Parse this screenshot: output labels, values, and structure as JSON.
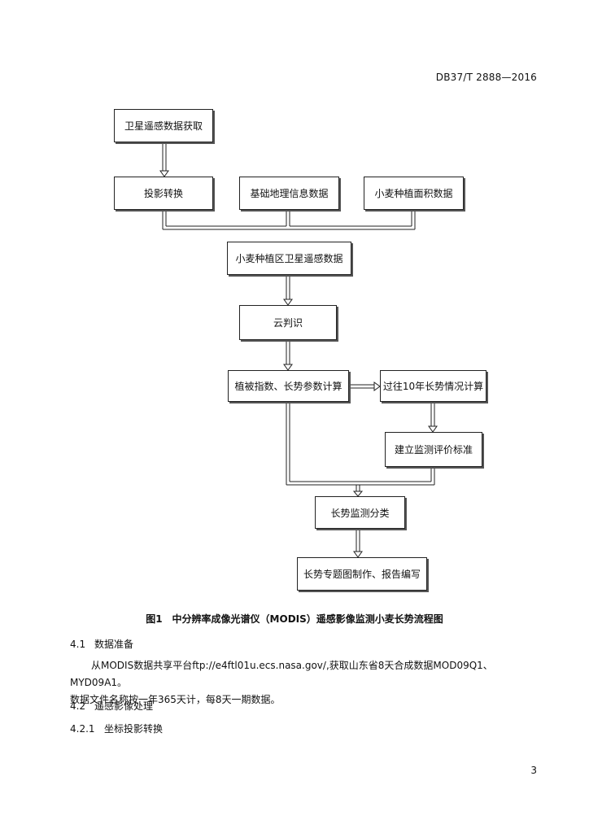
{
  "header": {
    "doc_code": "DB37/T 2888—2016"
  },
  "flowchart": {
    "nodes": {
      "n1": "卫星遥感数据获取",
      "n2": "投影转换",
      "n3": "基础地理信息数据",
      "n4": "小麦种植面积数据",
      "n5": "小麦种植区卫星遥感数据",
      "n6": "云判识",
      "n7": "植被指数、长势参数计算",
      "n8": "过往10年长势情况计算",
      "n9": "建立监测评价标准",
      "n10": "长势监测分类",
      "n11": "长势专题图制作、报告编写"
    }
  },
  "figure_caption": "图1　中分辨率成像光谱仪（MODIS）遥感影像监测小麦长势流程图",
  "sections": [
    {
      "number": "4.1",
      "title": "数据准备"
    },
    {
      "number": "4.2",
      "title": "遥感影像处理"
    },
    {
      "number": "4.2.1",
      "title": "坐标投影转换"
    }
  ],
  "paragraph_4_1": {
    "line1": "从MODIS数据共享平台ftp://e4ftl01u.ecs.nasa.gov/,获取山东省8天合成数据MOD09Q1、MYD09A1。",
    "line2": "数据文件名称按一年365天计，每8天一期数据。"
  },
  "page_number": "3"
}
